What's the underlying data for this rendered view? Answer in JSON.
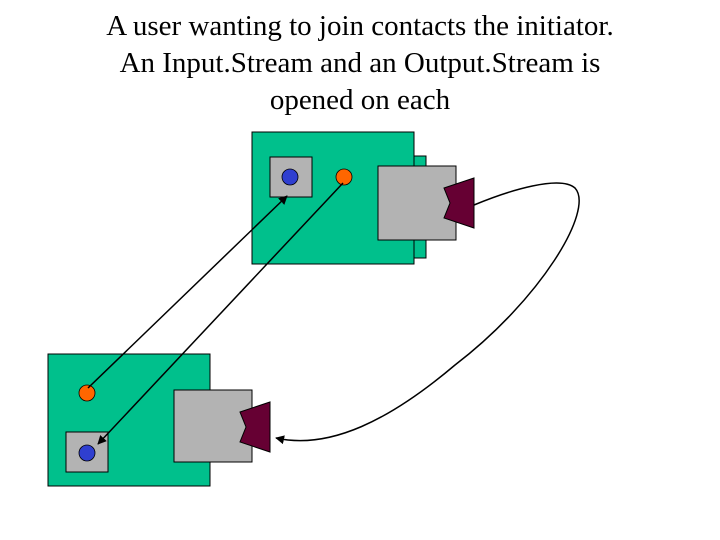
{
  "slide": {
    "title_lines": [
      "A user wanting to join contacts the initiator.",
      "An Input.Stream and an Output.Stream is",
      "opened on each"
    ]
  },
  "colors": {
    "background": "#ffffff",
    "node_fill": "#00c08c",
    "socket_fill": "#b3b3b3",
    "speaker_fill": "#660033",
    "input_dot": "#2f3fd0",
    "output_dot": "#ff6600",
    "line": "#000000"
  },
  "diagram": {
    "nodes": [
      {
        "role": "initiator",
        "icons": [
          "input-port-icon",
          "output-port-icon",
          "socket-box-icon",
          "speaker-icon"
        ]
      },
      {
        "role": "joining-user",
        "icons": [
          "output-port-icon",
          "input-port-icon",
          "socket-box-icon",
          "speaker-icon"
        ]
      }
    ],
    "connections": [
      "output-to-input-arrow",
      "output-to-input-arrow",
      "socket-connection-arrow"
    ]
  }
}
